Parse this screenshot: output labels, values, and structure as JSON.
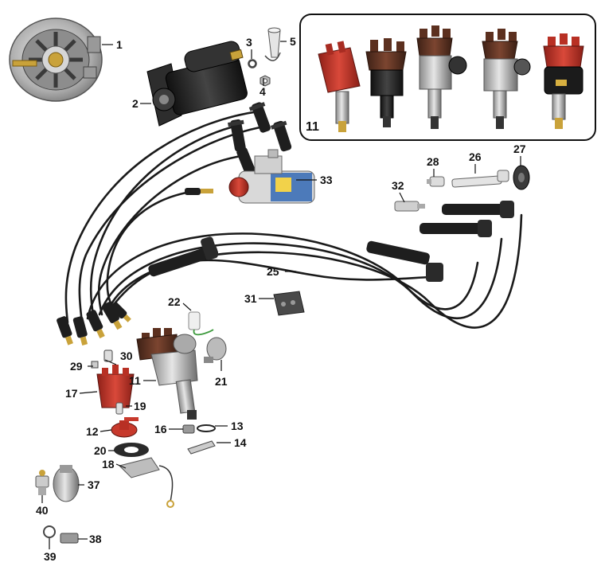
{
  "part_labels": {
    "p1": "1",
    "p2": "2",
    "p3": "3",
    "p4": "4",
    "p5": "5",
    "p11_inset": "11",
    "p11": "11",
    "p12": "12",
    "p13": "13",
    "p14": "14",
    "p16": "16",
    "p17": "17",
    "p18": "18",
    "p19": "19",
    "p20": "20",
    "p21": "21",
    "p22": "22",
    "p25": "25",
    "p26": "26",
    "p27": "27",
    "p28": "28",
    "p29": "29",
    "p30": "30",
    "p31": "31",
    "p32": "32",
    "p33": "33",
    "p37": "37",
    "p38": "38",
    "p39": "39",
    "p40": "40"
  },
  "colors": {
    "cable": "#1a1a1a",
    "boot": "#222222",
    "metal": "#b9b9b9",
    "metal_dark": "#7d7d7d",
    "cap_red": "#c7392c",
    "cap_brown": "#6b3a26",
    "brass": "#c9a23a",
    "coil_blue": "#3c6fb6",
    "inset_border": "#111111"
  },
  "icons": {
    "alternator": "alternator-icon",
    "starter": "starter-motor-icon",
    "coil": "ignition-coil-icon",
    "distributor": "distributor-icon"
  }
}
